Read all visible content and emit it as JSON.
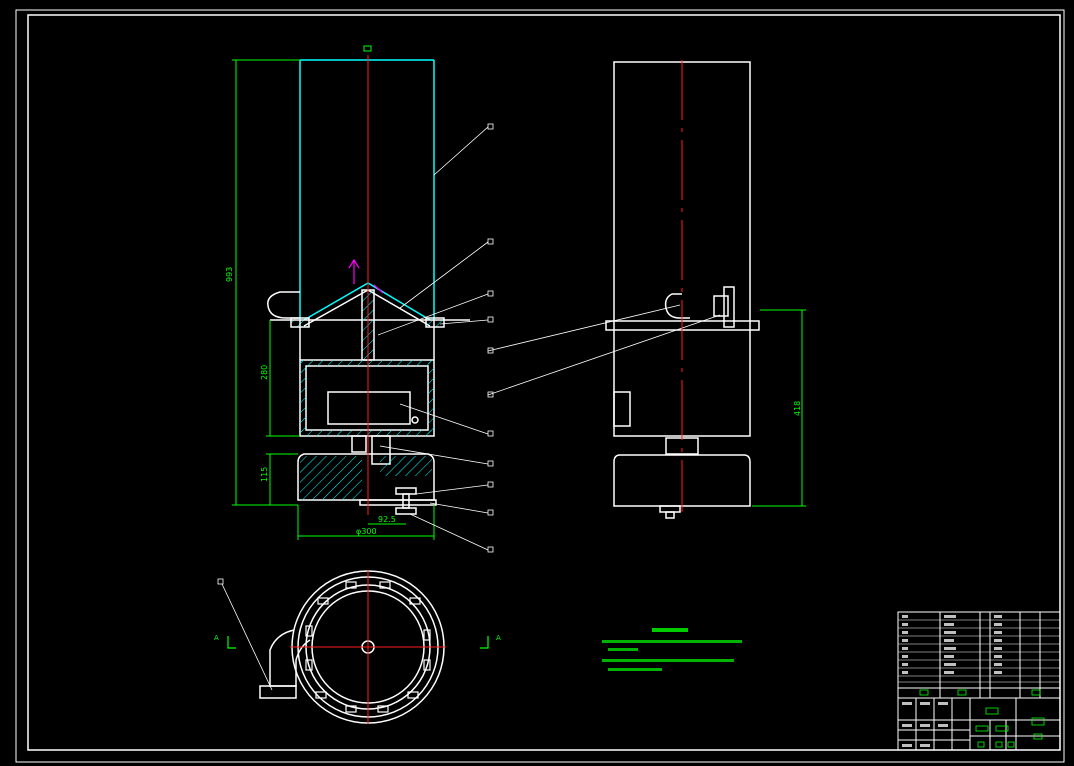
{
  "dimensions": {
    "total_height": "993",
    "section_height": "280",
    "base_height": "115",
    "offset": "92.5",
    "diameter": "φ300",
    "right_height": "418"
  },
  "section_markers": {
    "left": "A",
    "right": "A"
  },
  "colors": {
    "background": "#000000",
    "outline": "#ffffff",
    "centerline": "#ff2020",
    "dimension": "#00ff00",
    "hidden": "#00ffff",
    "arrow": "#ff00ff"
  }
}
